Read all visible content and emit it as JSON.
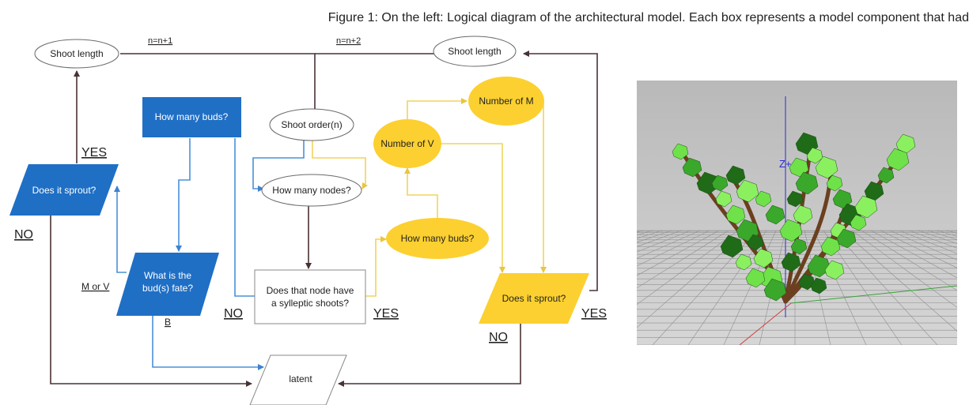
{
  "caption": "Figure 1: On the left: Logical diagram of the architectural model. Each box represents a model component that had",
  "nodes": {
    "shoot_length_left": "Shoot length",
    "shoot_length_right": "Shoot length",
    "how_many_buds_blue": "How many buds?",
    "shoot_order": "Shoot order(n)",
    "how_many_nodes": "How many nodes?",
    "does_it_sprout_blue": "Does it sprout?",
    "bud_fate_line1": "What is the",
    "bud_fate_line2": "bud(s) fate?",
    "syllepti_line1": "Does that node have",
    "syllepti_line2": "a sylleptic shoots?",
    "how_many_buds_yellow": "How many buds?",
    "number_of_v": "Number of V",
    "number_of_m": "Number of M",
    "does_it_sprout_yellow": "Does it sprout?",
    "latent": "latent"
  },
  "labels": {
    "n_plus_1": "n=n+1",
    "n_plus_2": "n=n+2",
    "yes_left": "YES",
    "no_left": "NO",
    "m_or_v": "M or V",
    "b": "B",
    "no_middle": "NO",
    "yes_middle": "YES",
    "no_right": "NO",
    "yes_right": "YES"
  },
  "plant_view": {
    "axis_label": "Z+"
  },
  "colors": {
    "blue_fill": "#1f6fc5",
    "blue_line": "#4a90d9",
    "yellow_fill": "#fcd030",
    "yellow_line": "#f2d35a",
    "dark_line": "#4a3232",
    "viewport_bg": "#c8c8c8"
  }
}
